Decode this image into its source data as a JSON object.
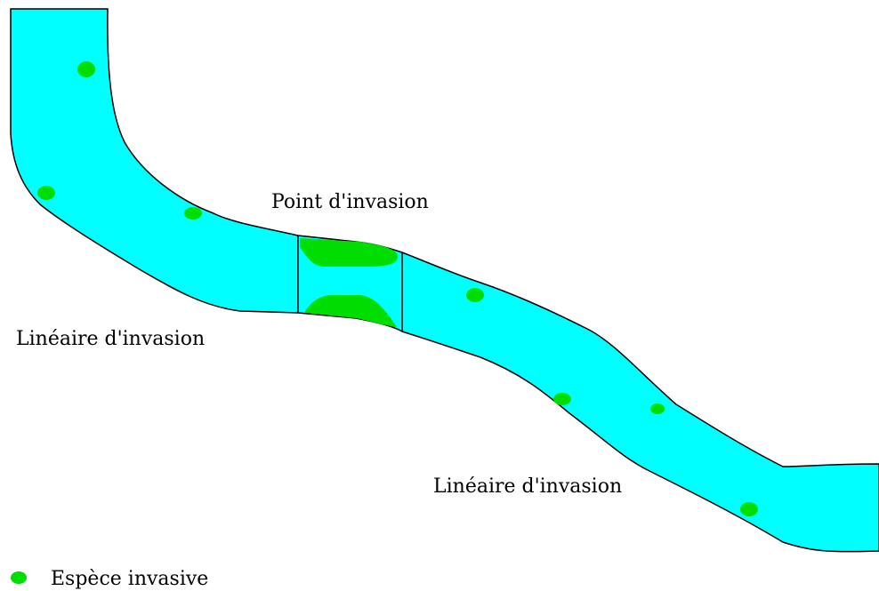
{
  "labels": {
    "point": "Point d'invasion",
    "lineaire_left": "Linéaire d'invasion",
    "lineaire_right": "Linéaire d'invasion",
    "legend": "Espèce invasive"
  },
  "colors": {
    "river": "#00FFFF",
    "species": "#00DD00",
    "outline": "#000000"
  },
  "icons": {
    "legend_marker": "green-dot-icon"
  },
  "species_points": [
    {
      "id": "s1"
    },
    {
      "id": "s2"
    },
    {
      "id": "s3"
    },
    {
      "id": "s4"
    },
    {
      "id": "s5"
    },
    {
      "id": "s6"
    },
    {
      "id": "s7"
    }
  ]
}
